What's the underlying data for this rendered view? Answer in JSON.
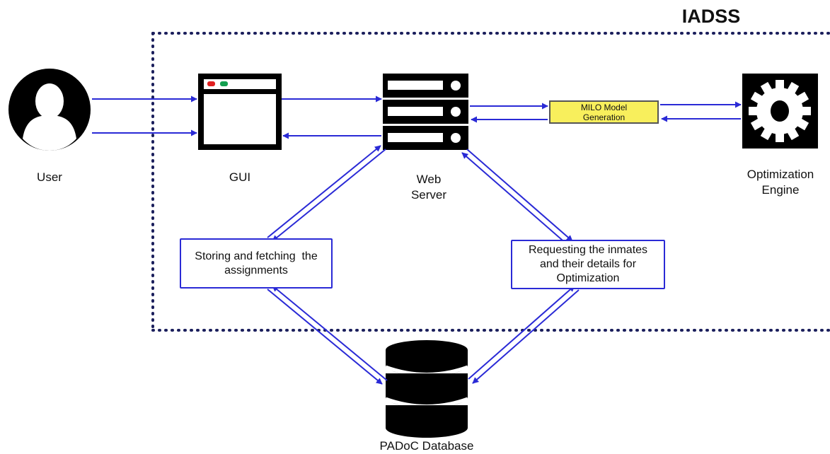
{
  "system": {
    "title": "IADSS"
  },
  "nodes": {
    "user": {
      "label": "User",
      "icon": "user-icon"
    },
    "gui": {
      "label": "GUI",
      "icon": "browser-window-icon"
    },
    "web_server": {
      "label_line1": "Web",
      "label_line2": "Server",
      "icon": "server-rack-icon"
    },
    "optimization_engine": {
      "label_line1": "Optimization",
      "label_line2": "Engine",
      "icon": "gear-icon"
    },
    "database": {
      "label": "PADoC Database",
      "icon": "database-icon"
    }
  },
  "milo": {
    "line1": "MILO Model",
    "line2": "Generation"
  },
  "notes": {
    "storing": {
      "line1": "Storing and fetching  the",
      "line2": "assignments"
    },
    "requesting": {
      "line1": "Requesting the inmates",
      "line2": "and their details for",
      "line3": "Optimization"
    }
  },
  "colors": {
    "arrow": "#2a2ad6",
    "boundary": "#1b1f5c",
    "milo_fill": "#f8ef5c",
    "gui_red_dot": "#e02020",
    "gui_green_dot": "#14a050"
  }
}
